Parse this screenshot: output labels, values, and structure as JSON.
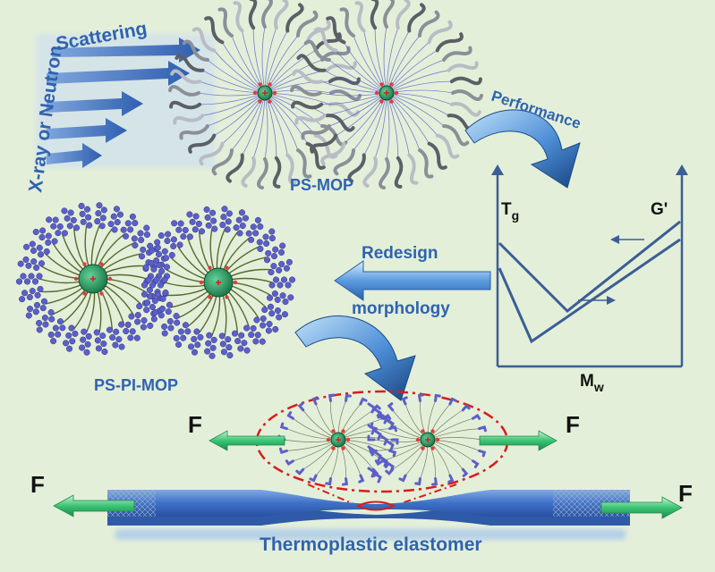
{
  "labels": {
    "xray": "X-ray or Neutron",
    "scattering": "Scattering",
    "ps_mop": "PS-MOP",
    "performance": "Performance",
    "redesign": "Redesign",
    "morphology": "morphology",
    "ps_pi_mop": "PS-PI-MOP",
    "thermoplastic": "Thermoplastic elastomer",
    "force": "F"
  },
  "plot": {
    "y_left": "T",
    "y_left_sub": "g",
    "y_right": "G'",
    "x_label": "M",
    "x_label_sub": "w"
  },
  "colors": {
    "background": "#e4efd9",
    "accent_blue": "#2f63b0",
    "core_green": "#2e9a62",
    "arrow_green": "#3bc474",
    "bead_purple": "#5c5fc9",
    "red_dash": "#d81c1c"
  }
}
